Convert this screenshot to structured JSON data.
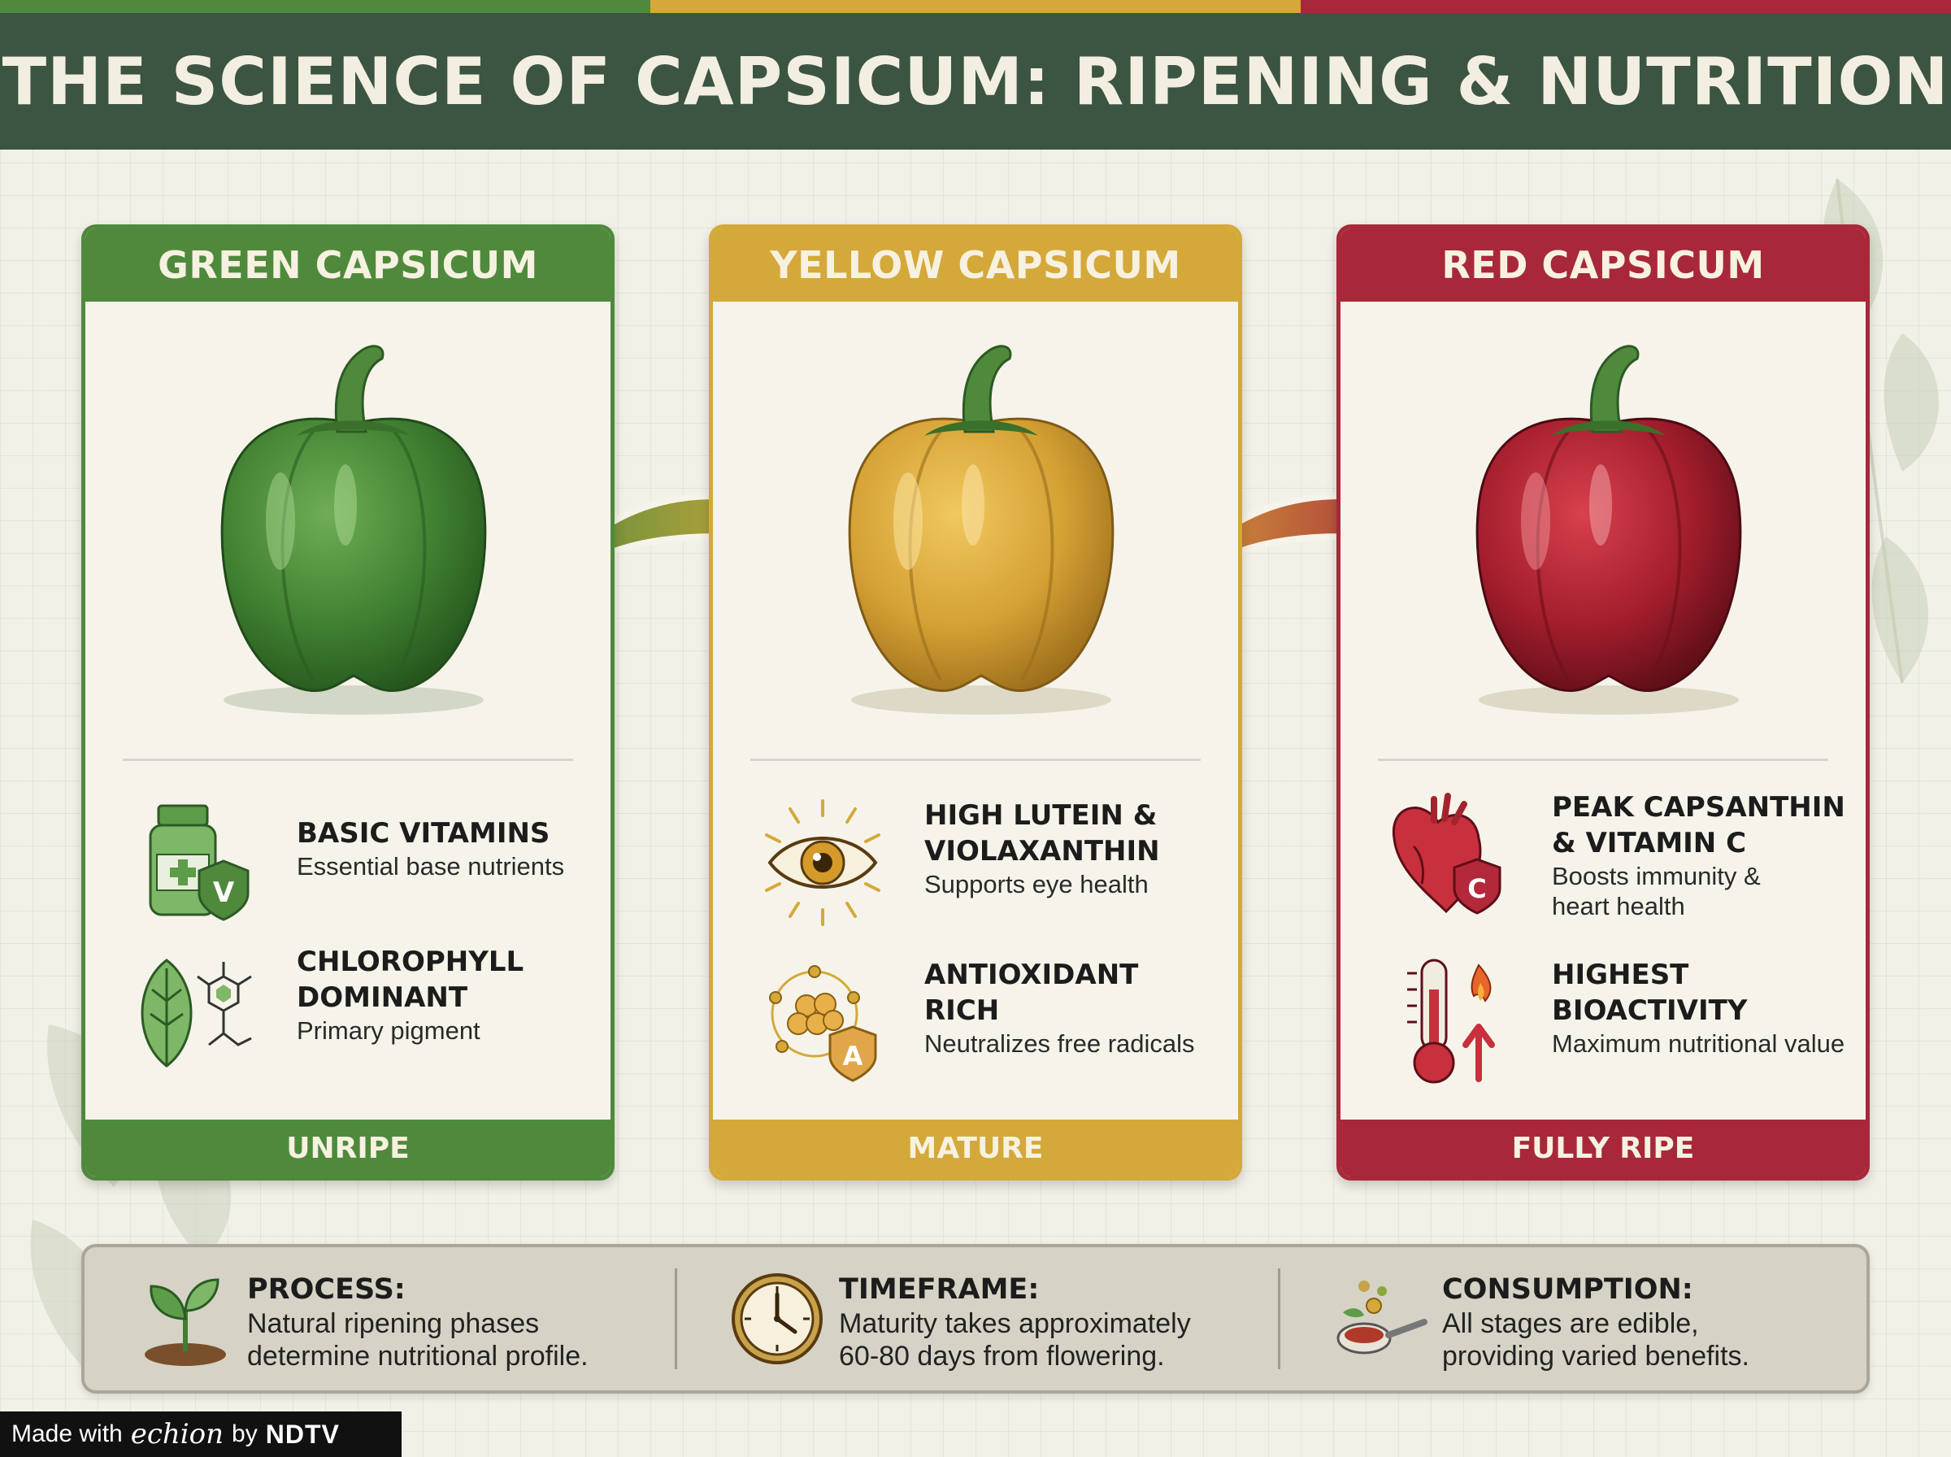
{
  "title": "THE SCIENCE OF CAPSICUM: RIPENING & NUTRITION",
  "colors": {
    "green": "#4f8a3c",
    "yellow": "#d4a93a",
    "red": "#a8283a",
    "header": "#3c5442"
  },
  "cards": [
    {
      "title": "GREEN CAPSICUM",
      "stage": "UNRIPE",
      "features": [
        {
          "icon": "vitamin-bottle-icon",
          "heading": "BASIC VITAMINS",
          "desc": "Essential base nutrients"
        },
        {
          "icon": "leaf-molecule-icon",
          "heading": "CHLOROPHYLL\nDOMINANT",
          "desc": "Primary pigment"
        }
      ]
    },
    {
      "title": "YELLOW CAPSICUM",
      "stage": "MATURE",
      "features": [
        {
          "icon": "eye-icon",
          "heading": "HIGH LUTEIN &\nVIOLAXANTHIN",
          "desc": "Supports eye health"
        },
        {
          "icon": "antioxidant-icon",
          "heading": "ANTIOXIDANT\nRICH",
          "desc": "Neutralizes free radicals"
        }
      ]
    },
    {
      "title": "RED CAPSICUM",
      "stage": "FULLY RIPE",
      "features": [
        {
          "icon": "heart-shield-icon",
          "heading": "PEAK CAPSANTHIN\n& VITAMIN C",
          "desc": "Boosts immunity &\nheart health"
        },
        {
          "icon": "thermometer-icon",
          "heading": "HIGHEST\nBIOACTIVITY",
          "desc": "Maximum nutritional value"
        }
      ]
    }
  ],
  "info": [
    {
      "icon": "sprout-icon",
      "heading": "PROCESS:",
      "desc": "Natural ripening phases\ndetermine nutritional profile."
    },
    {
      "icon": "clock-icon",
      "heading": "TIMEFRAME:",
      "desc": "Maturity takes approximately\n60-80 days from flowering."
    },
    {
      "icon": "spoon-spice-icon",
      "heading": "CONSUMPTION:",
      "desc": "All stages are edible,\nproviding varied benefits."
    }
  ],
  "badge": {
    "made_with": "Made with",
    "brand": "echion",
    "by": "by",
    "partner": "NDTV"
  }
}
